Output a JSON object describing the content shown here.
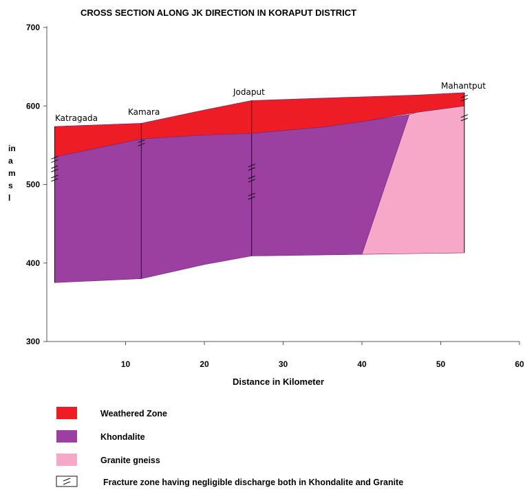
{
  "chart_data": {
    "type": "area",
    "title": "CROSS SECTION ALONG JK  DIRECTION IN KORAPUT DISTRICT",
    "xlabel": "Distance in Kilometer",
    "ylabel": [
      "in",
      "a",
      "m",
      "s",
      "l"
    ],
    "xlim": [
      0,
      60
    ],
    "ylim": [
      300,
      700
    ],
    "x_ticks": [
      10,
      20,
      30,
      40,
      50,
      60
    ],
    "y_ticks": [
      300,
      400,
      500,
      600,
      700
    ],
    "grid": false,
    "locations": [
      {
        "name": "Katragada",
        "x": 1
      },
      {
        "name": "Kamara",
        "x": 12
      },
      {
        "name": "Jodaput",
        "x": 26
      },
      {
        "name": "Mahantput",
        "x": 53
      }
    ],
    "series": [
      {
        "name": "Weathered Zone",
        "color": "#ee1c25",
        "top": [
          [
            1,
            574
          ],
          [
            12,
            578
          ],
          [
            20,
            595
          ],
          [
            26,
            607
          ],
          [
            35,
            610
          ],
          [
            47,
            614
          ],
          [
            53,
            617
          ]
        ],
        "bottom": [
          [
            1,
            535
          ],
          [
            12,
            558
          ],
          [
            20,
            563
          ],
          [
            26,
            565
          ],
          [
            35,
            573
          ],
          [
            40,
            580
          ],
          [
            47,
            592
          ],
          [
            53,
            600
          ]
        ]
      },
      {
        "name": "Khondalite",
        "color": "#9b3fa1",
        "top": [
          [
            1,
            535
          ],
          [
            12,
            558
          ],
          [
            20,
            563
          ],
          [
            26,
            565
          ],
          [
            35,
            573
          ],
          [
            40,
            580
          ],
          [
            46,
            589
          ]
        ],
        "bottom": [
          [
            1,
            375
          ],
          [
            12,
            380
          ],
          [
            20,
            398
          ],
          [
            26,
            409
          ],
          [
            40,
            411
          ]
        ]
      },
      {
        "name": "Granite gneiss",
        "color": "#f7a8c9",
        "top": [
          [
            46,
            589
          ],
          [
            47,
            592
          ],
          [
            53,
            600
          ]
        ],
        "bottom": [
          [
            40,
            411
          ],
          [
            53,
            413
          ]
        ]
      }
    ],
    "boreholes": [
      1,
      12,
      26,
      53
    ],
    "fracture_marks": [
      {
        "x": 1,
        "y": 532
      },
      {
        "x": 1,
        "y": 520
      },
      {
        "x": 1,
        "y": 508
      },
      {
        "x": 12,
        "y": 553
      },
      {
        "x": 26,
        "y": 522
      },
      {
        "x": 26,
        "y": 507
      },
      {
        "x": 26,
        "y": 485
      },
      {
        "x": 53,
        "y": 610
      },
      {
        "x": 53,
        "y": 585
      }
    ],
    "legend": {
      "placement": "bottom-left",
      "items": [
        {
          "label": "Weathered Zone",
          "color": "#ee1c25"
        },
        {
          "label": "Khondalite",
          "color": "#9b3fa1"
        },
        {
          "label": "Granite gneiss",
          "color": "#f7a8c9"
        },
        {
          "label": "Fracture zone having negligible discharge both in Khondalite and Granite",
          "color": "#ffffff",
          "symbol": "fracture"
        }
      ]
    }
  }
}
